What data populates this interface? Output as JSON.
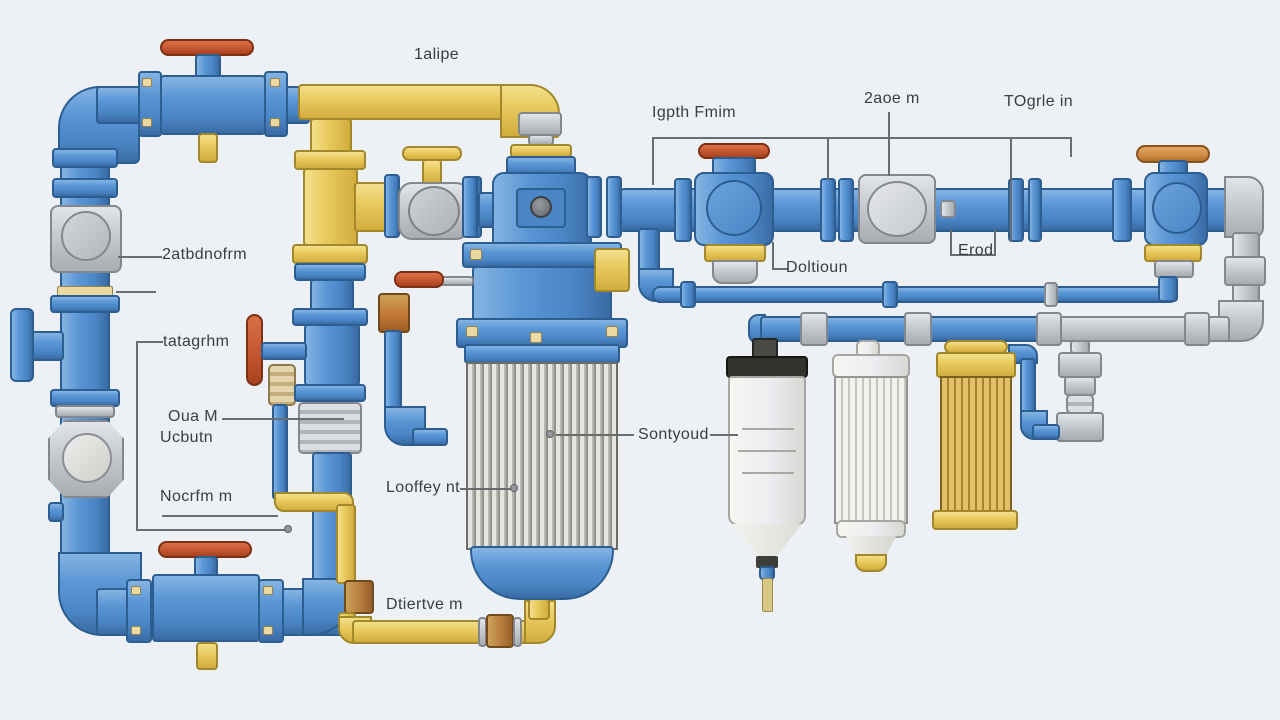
{
  "scene": {
    "description": "Stylized illustration of an industrial piping and filtration system with valves, gauges, a central strainer vessel and three filter cartridges",
    "background": "#edf1f6"
  },
  "colors": {
    "pipe_blue": "#5b97d6",
    "pipe_blue_dark": "#2d5e92",
    "pipe_yellow": "#e9cb60",
    "metal_gray": "#c9ccd1",
    "handle_red": "#c2542f",
    "handle_orange": "#d08a43",
    "coupling_tan": "#b5793c",
    "bolt_cream": "#ead9a0",
    "filter_gold": "#d9b659",
    "filter_white": "#f0efeb",
    "label_text": "#3a3d42",
    "leader_line": "#6a6d70"
  },
  "labels": {
    "top_pipe": "1alipe",
    "inlet_section": "Igpth Fmim",
    "meter": "2aoe m",
    "outlet_section": "TOgrle in",
    "left_gauge": "2atbdnofrm",
    "left_column": "tatagrhm",
    "mid_line1": "Oua M",
    "mid_line2": "Ucbutn",
    "lower_left": "Nocrfm m",
    "filter_body": "Looffey nt",
    "strainer": "Sontyoud",
    "drain": "Dtiertve m",
    "bottom_port": "Doltioun",
    "sensor": "Erod"
  }
}
